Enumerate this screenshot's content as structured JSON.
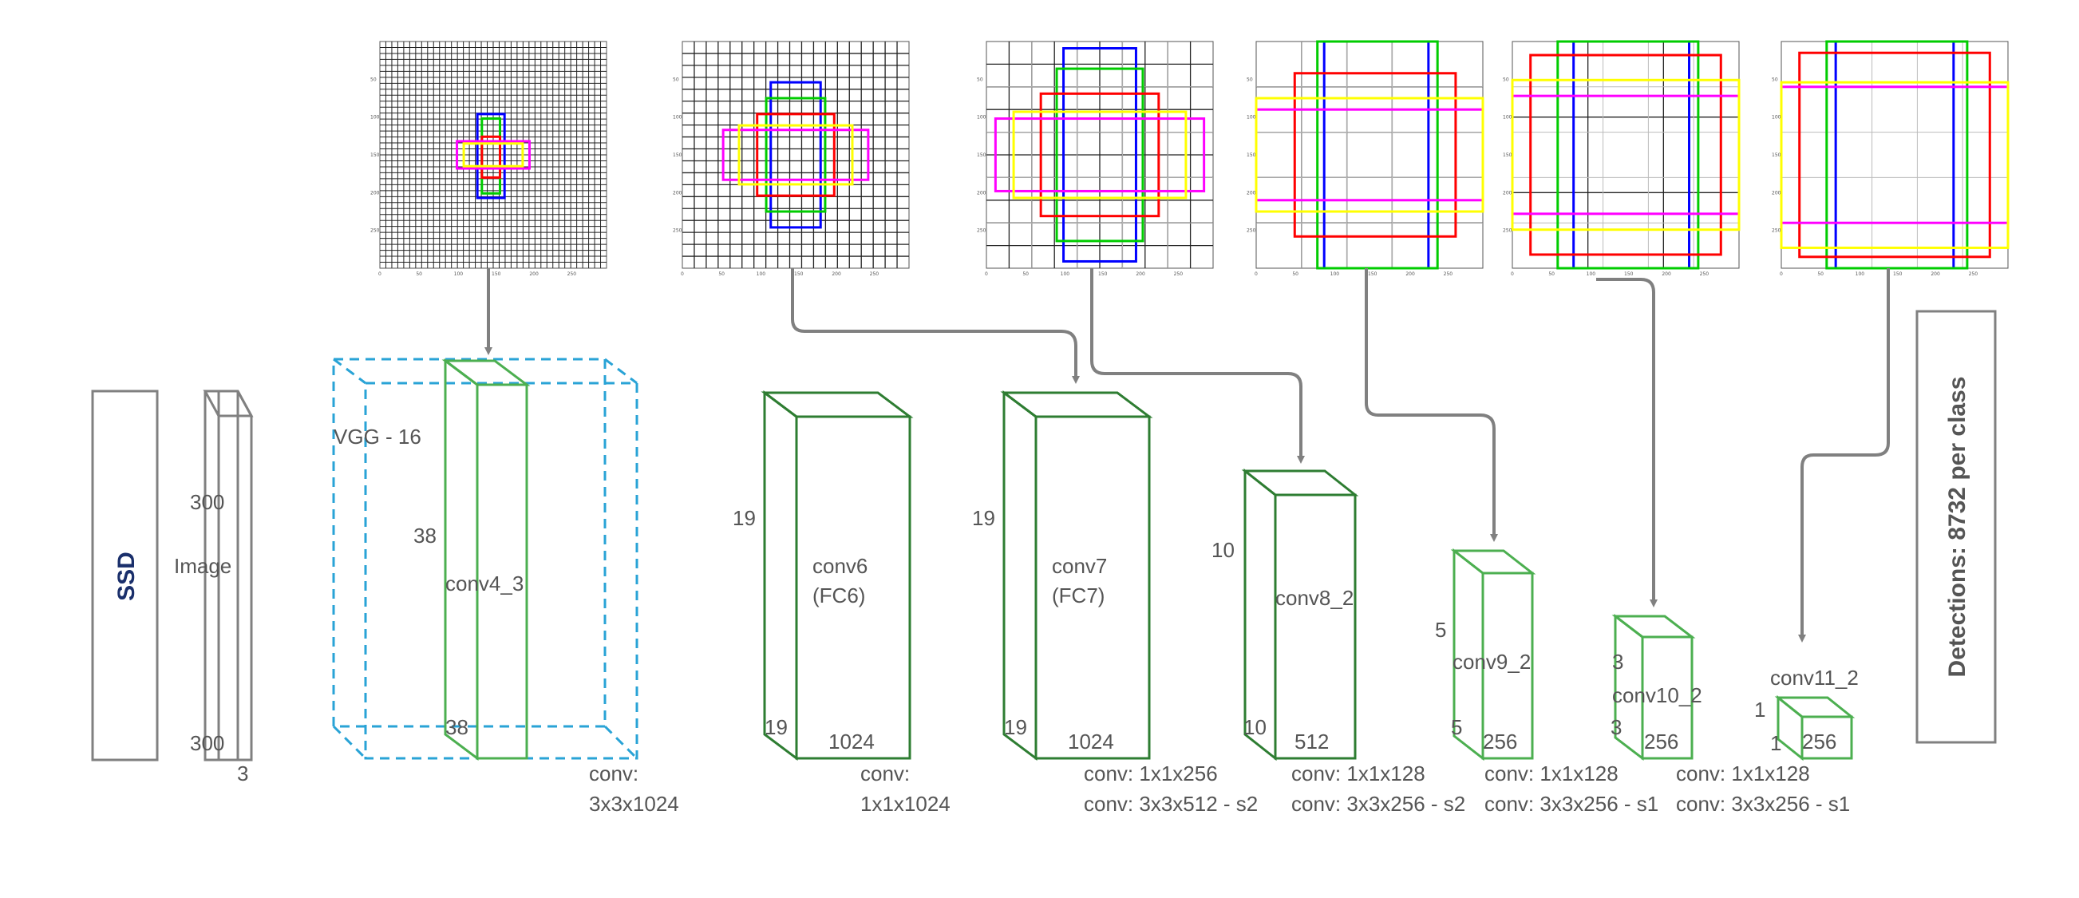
{
  "colors": {
    "grid": "#222222",
    "arrow": "#808080",
    "outline": "#808080",
    "vgg": "#29a3d6",
    "layer_dark": "#2e7d32",
    "layer_light": "#4caf50",
    "ssd_text": "#1a2f6b",
    "text": "#555555",
    "anchors": [
      "#ff0000",
      "#0000ff",
      "#00cc00",
      "#ffff00",
      "#ff00ff"
    ]
  },
  "left_panel": {
    "label": "SSD"
  },
  "image_block": {
    "label": "Image",
    "height": "300",
    "width": "300",
    "channels": "3"
  },
  "vgg": {
    "label": "VGG - 16"
  },
  "right_panel": {
    "label": "Detections: 8732 per class"
  },
  "layers": [
    {
      "id": "conv4_3",
      "name": "conv4_3",
      "name2": "",
      "size": "38",
      "size2": "38",
      "depth": "",
      "conv1": "conv:",
      "conv2": "3x3x1024"
    },
    {
      "id": "conv6",
      "name": "conv6",
      "name2": "(FC6)",
      "size": "19",
      "size2": "19",
      "depth": "1024",
      "conv1": "conv:",
      "conv2": "1x1x1024"
    },
    {
      "id": "conv7",
      "name": "conv7",
      "name2": "(FC7)",
      "size": "19",
      "size2": "19",
      "depth": "1024",
      "conv1": "conv: 1x1x256",
      "conv2": "conv: 3x3x512 - s2"
    },
    {
      "id": "conv8_2",
      "name": "conv8_2",
      "name2": "",
      "size": "10",
      "size2": "10",
      "depth": "512",
      "conv1": "conv: 1x1x128",
      "conv2": "conv: 3x3x256 - s2"
    },
    {
      "id": "conv9_2",
      "name": "conv9_2",
      "name2": "",
      "size": "5",
      "size2": "5",
      "depth": "256",
      "conv1": "conv: 1x1x128",
      "conv2": "conv: 3x3x256 - s1"
    },
    {
      "id": "conv10_2",
      "name": "conv10_2",
      "name2": "",
      "size": "3",
      "size2": "3",
      "depth": "256",
      "conv1": "conv: 1x1x128",
      "conv2": "conv: 3x3x256 - s1"
    },
    {
      "id": "conv11_2",
      "name": "conv11_2",
      "name2": "",
      "size": "1",
      "size2": "1",
      "depth": "256",
      "conv1": "",
      "conv2": ""
    }
  ],
  "feature_maps": [
    {
      "id": "fm1",
      "grid_cells": 38,
      "ticks_y": [
        "50",
        "100",
        "150",
        "200",
        "250"
      ],
      "ticks_x": [
        "0",
        "50",
        "100",
        "150",
        "200",
        "250"
      ]
    },
    {
      "id": "fm2",
      "grid_cells": 19,
      "ticks_y": [
        "50",
        "100",
        "150",
        "200",
        "250"
      ],
      "ticks_x": [
        "0",
        "50",
        "100",
        "150",
        "200",
        "250"
      ]
    },
    {
      "id": "fm3",
      "grid_cells": 10,
      "ticks_y": [
        "50",
        "100",
        "150",
        "200",
        "250"
      ],
      "ticks_x": [
        "0",
        "50",
        "100",
        "150",
        "200",
        "250"
      ]
    },
    {
      "id": "fm4",
      "grid_cells": 5,
      "ticks_y": [
        "50",
        "100",
        "150",
        "200",
        "250"
      ],
      "ticks_x": [
        "0",
        "50",
        "100",
        "150",
        "200",
        "250"
      ]
    },
    {
      "id": "fm5",
      "grid_cells": 3,
      "ticks_y": [
        "50",
        "100",
        "150",
        "200",
        "250"
      ],
      "ticks_x": [
        "0",
        "50",
        "100",
        "150",
        "200",
        "250"
      ]
    },
    {
      "id": "fm6",
      "grid_cells": 1,
      "ticks_y": [
        "50",
        "100",
        "150",
        "200",
        "250"
      ],
      "ticks_x": [
        "0",
        "50",
        "100",
        "150",
        "200",
        "250"
      ]
    }
  ]
}
